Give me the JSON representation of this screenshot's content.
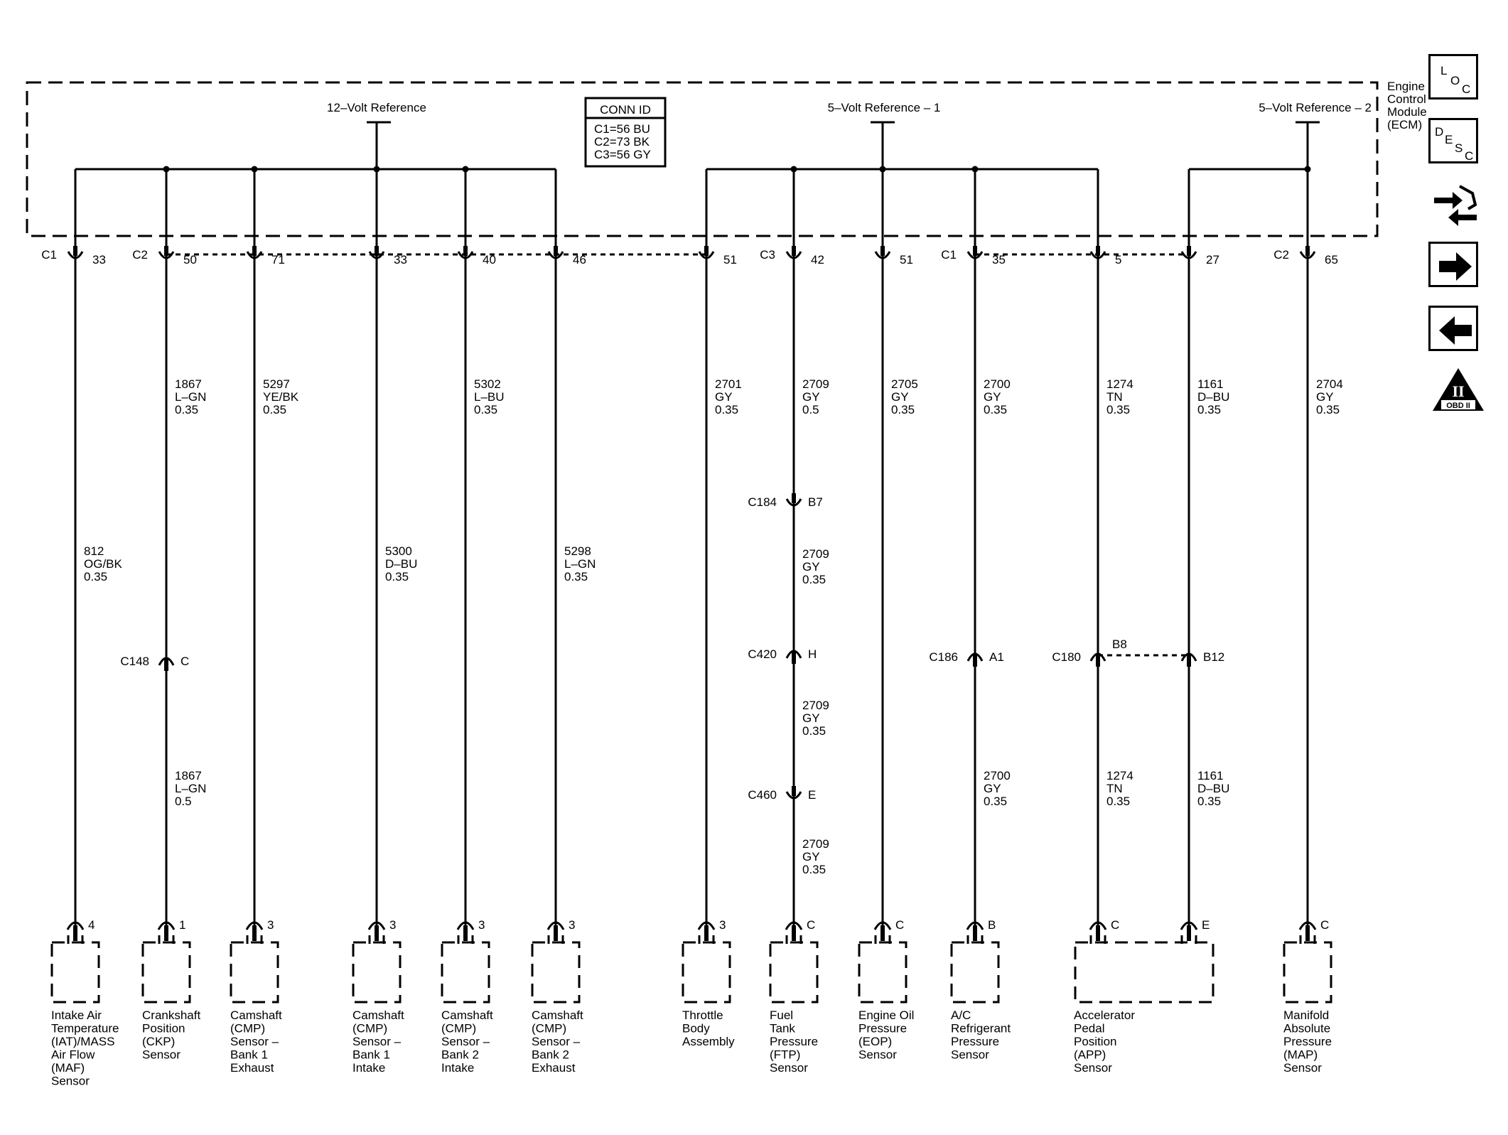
{
  "module": {
    "name_lines": [
      "Engine",
      "Control",
      "Module",
      "(ECM)"
    ]
  },
  "references": {
    "r12": "12–Volt Reference",
    "r5a": "5–Volt Reference – 1",
    "r5b": "5–Volt Reference – 2"
  },
  "conn_id": {
    "title": "CONN ID",
    "lines": [
      "C1=56 BU",
      "C2=73 BK",
      "C3=56 GY"
    ]
  },
  "circuits": [
    {
      "conn": "C1",
      "pin": "33",
      "wire_top": [
        "812",
        "OG/BK",
        "0.35"
      ],
      "wire_mid": [],
      "wire_bot": [],
      "inline": [],
      "comp_pin": "4",
      "comp_lines": [
        "Intake Air",
        "Temperature",
        "(IAT)/MASS",
        "Air Flow",
        "(MAF)",
        "Sensor"
      ]
    },
    {
      "conn": "C2",
      "pin": "50",
      "wire_top": [
        "1867",
        "L–GN",
        "0.35"
      ],
      "wire_mid": [],
      "wire_bot": [
        "1867",
        "L–GN",
        "0.5"
      ],
      "inline": [
        {
          "name": "C148",
          "pin": "C"
        }
      ],
      "comp_pin": "1",
      "comp_lines": [
        "Crankshaft",
        "Position",
        "(CKP)",
        "Sensor"
      ]
    },
    {
      "conn": "",
      "pin": "71",
      "wire_top": [
        "5297",
        "YE/BK",
        "0.35"
      ],
      "wire_mid": [],
      "wire_bot": [],
      "inline": [],
      "comp_pin": "3",
      "comp_lines": [
        "Camshaft",
        "(CMP)",
        "Sensor –",
        "Bank 1",
        "Exhaust"
      ]
    },
    {
      "conn": "",
      "pin": "33",
      "wire_top": [
        "5300",
        "D–BU",
        "0.35"
      ],
      "wire_mid": [],
      "wire_bot": [],
      "inline": [],
      "comp_pin": "3",
      "comp_lines": [
        "Camshaft",
        "(CMP)",
        "Sensor –",
        "Bank 1",
        "Intake"
      ]
    },
    {
      "conn": "",
      "pin": "40",
      "wire_top": [
        "5302",
        "L–BU",
        "0.35"
      ],
      "wire_mid": [],
      "wire_bot": [],
      "inline": [],
      "comp_pin": "3",
      "comp_lines": [
        "Camshaft",
        "(CMP)",
        "Sensor –",
        "Bank 2",
        "Intake"
      ]
    },
    {
      "conn": "",
      "pin": "46",
      "wire_top": [
        "5298",
        "L–GN",
        "0.35"
      ],
      "wire_mid": [],
      "wire_bot": [],
      "inline": [],
      "comp_pin": "3",
      "comp_lines": [
        "Camshaft",
        "(CMP)",
        "Sensor –",
        "Bank 2",
        "Exhaust"
      ]
    },
    {
      "conn": "",
      "pin": "51",
      "wire_top": [
        "2701",
        "GY",
        "0.35"
      ],
      "wire_mid": [],
      "wire_bot": [],
      "inline": [],
      "comp_pin": "3",
      "comp_lines": [
        "Throttle",
        "Body",
        "Assembly"
      ]
    },
    {
      "conn": "C3",
      "pin": "42",
      "wire_top": [
        "2709",
        "GY",
        "0.5"
      ],
      "wire_mid": [
        [
          "2709",
          "GY",
          "0.35"
        ],
        [
          "2709",
          "GY",
          "0.35"
        ]
      ],
      "wire_bot": [
        "2709",
        "GY",
        "0.35"
      ],
      "inline": [
        {
          "name": "C184",
          "pin": "B7"
        },
        {
          "name": "C420",
          "pin": "H"
        },
        {
          "name": "C460",
          "pin": "E"
        }
      ],
      "comp_pin": "C",
      "comp_lines": [
        "Fuel",
        "Tank",
        "Pressure",
        "(FTP)",
        "Sensor"
      ]
    },
    {
      "conn": "",
      "pin": "51",
      "wire_top": [
        "2705",
        "GY",
        "0.35"
      ],
      "wire_mid": [],
      "wire_bot": [],
      "inline": [],
      "comp_pin": "C",
      "comp_lines": [
        "Engine Oil",
        "Pressure",
        "(EOP)",
        "Sensor"
      ]
    },
    {
      "conn": "C1",
      "pin": "35",
      "wire_top": [
        "2700",
        "GY",
        "0.35"
      ],
      "wire_mid": [],
      "wire_bot": [
        "2700",
        "GY",
        "0.35"
      ],
      "inline": [
        {
          "name": "C186",
          "pin": "A1"
        }
      ],
      "comp_pin": "B",
      "comp_lines": [
        "A/C",
        "Refrigerant",
        "Pressure",
        "Sensor"
      ]
    },
    {
      "conn": "",
      "pin": "5",
      "wire_top": [
        "1274",
        "TN",
        "0.35"
      ],
      "wire_mid": [],
      "wire_bot": [
        "1274",
        "TN",
        "0.35"
      ],
      "inline": [
        {
          "name": "C180",
          "pin": "B8"
        }
      ],
      "comp_pin": "C",
      "comp_lines": [
        "Accelerator",
        "Pedal",
        "Position",
        "(APP)",
        "Sensor"
      ]
    },
    {
      "conn": "",
      "pin": "27",
      "wire_top": [
        "1161",
        "D–BU",
        "0.35"
      ],
      "wire_mid": [],
      "wire_bot": [
        "1161",
        "D–BU",
        "0.35"
      ],
      "inline": [
        {
          "name": "",
          "pin": "B12"
        }
      ],
      "comp_pin": "E",
      "comp_lines": []
    },
    {
      "conn": "C2",
      "pin": "65",
      "wire_top": [
        "2704",
        "GY",
        "0.35"
      ],
      "wire_mid": [],
      "wire_bot": [],
      "inline": [],
      "comp_pin": "C",
      "comp_lines": [
        "Manifold",
        "Absolute",
        "Pressure",
        "(MAP)",
        "Sensor"
      ]
    }
  ],
  "side_icons": {
    "loc": [
      "L",
      "O",
      "C"
    ],
    "desc": [
      "D",
      "E",
      "S",
      "C"
    ],
    "obd": {
      "mark": "II",
      "label": "OBD II"
    }
  }
}
